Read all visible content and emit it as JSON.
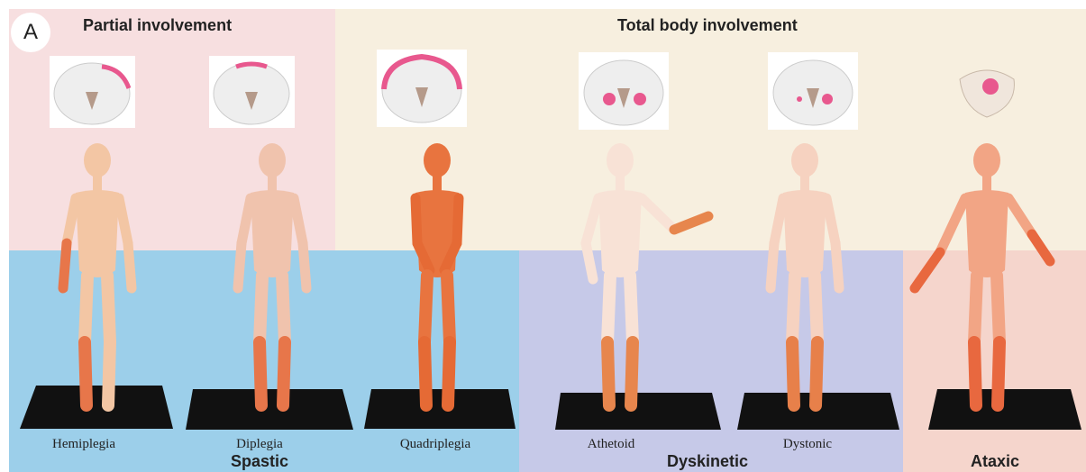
{
  "panel_letter": "A",
  "headings": {
    "partial": "Partial involvement",
    "total": "Total body involvement"
  },
  "figures": [
    {
      "caption": "Hemiplegia",
      "skin": "#f3c6a4",
      "affected": "#e7764a"
    },
    {
      "caption": "Diplegia",
      "skin": "#f0c3ad",
      "affected": "#e7764a"
    },
    {
      "caption": "Quadriplegia",
      "skin": "#e8743f",
      "affected": "#e56a35"
    },
    {
      "caption": "Athetoid",
      "skin": "#f8e2d6",
      "affected": "#e7864d"
    },
    {
      "caption": "Dystonic",
      "skin": "#f6d2c0",
      "affected": "#e7804a"
    },
    {
      "caption": "Ataxic",
      "skin": "#f2a585",
      "affected": "#e8683f"
    }
  ],
  "categories": {
    "spastic": "Spastic",
    "dyskinetic": "Dyskinetic"
  },
  "colors": {
    "partial_bg": "#f7dfe0",
    "total_bg": "#f7efdf",
    "spastic_bg": "#9ccfea",
    "dyskinetic_bg": "#c6c9e8",
    "ataxic_bg": "#f5d5cc",
    "lesion": "#e8588e"
  }
}
